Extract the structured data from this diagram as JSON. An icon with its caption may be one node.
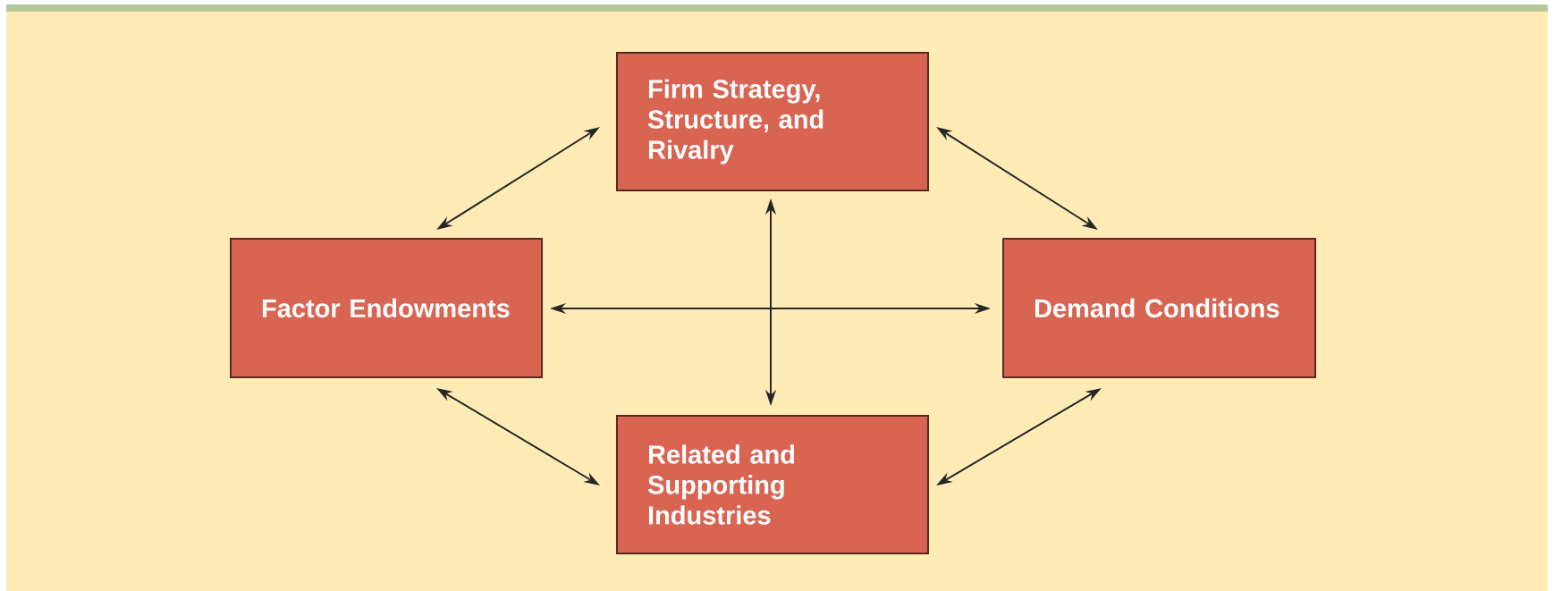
{
  "diagram": {
    "nodes": [
      {
        "text": [
          "Firm Strategy, Structure, and Rivalry"
        ]
      },
      {
        "text": [
          "Factor Endowments"
        ]
      },
      {
        "text": [
          "Demand Conditions"
        ]
      },
      {
        "text": [
          "Related and Supporting Industries"
        ]
      }
    ],
    "edges": [
      {
        "from": 1,
        "to": 0,
        "arrow": "both"
      },
      {
        "from": 0,
        "to": 2,
        "arrow": "both"
      },
      {
        "from": 1,
        "to": 3,
        "arrow": "both"
      },
      {
        "from": 3,
        "to": 2,
        "arrow": "both"
      },
      {
        "from": 0,
        "to": 3,
        "arrow": "both"
      },
      {
        "from": 1,
        "to": 2,
        "arrow": "both"
      }
    ]
  }
}
